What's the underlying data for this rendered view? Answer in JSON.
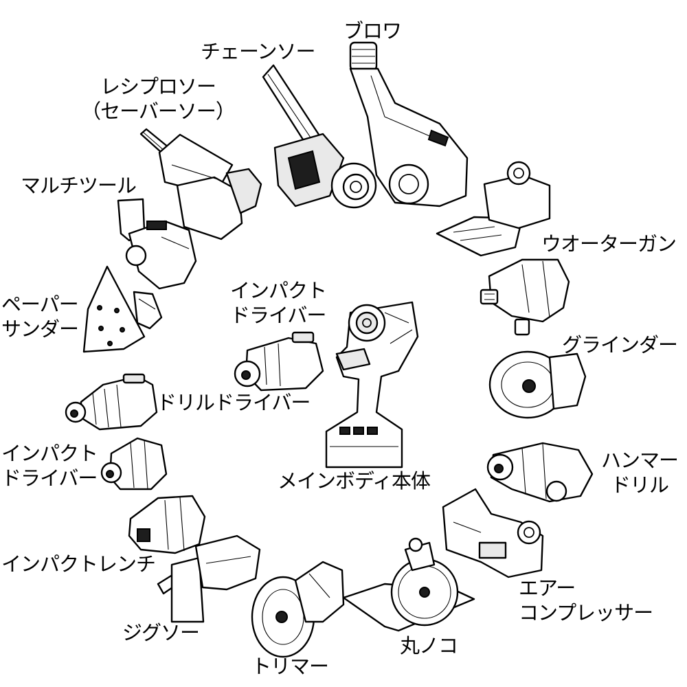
{
  "tools": {
    "blower": "ブロワ",
    "chainsaw": "チェーンソー",
    "reciprocating_saw": [
      "レシプロソー",
      "（セーバーソー）"
    ],
    "multi_tool": "マルチツール",
    "paper_sander": [
      "ペーパー",
      "サンダー"
    ],
    "impact_driver_center": [
      "インパクト",
      "ドライバー"
    ],
    "drill_driver": "ドリルドライバー",
    "impact_driver_left": [
      "インパクト",
      "ドライバー"
    ],
    "impact_wrench": "インパクトレンチ",
    "jigsaw": "ジグソー",
    "trimmer": "トリマー",
    "circular_saw": "丸ノコ",
    "air_compressor": [
      "エアー",
      "コンプレッサー"
    ],
    "hammer_drill": [
      "ハンマー",
      "ドリル"
    ],
    "grinder": "グラインダー",
    "water_gun": "ウオーターガン",
    "main_body": "メインボディ本体"
  }
}
